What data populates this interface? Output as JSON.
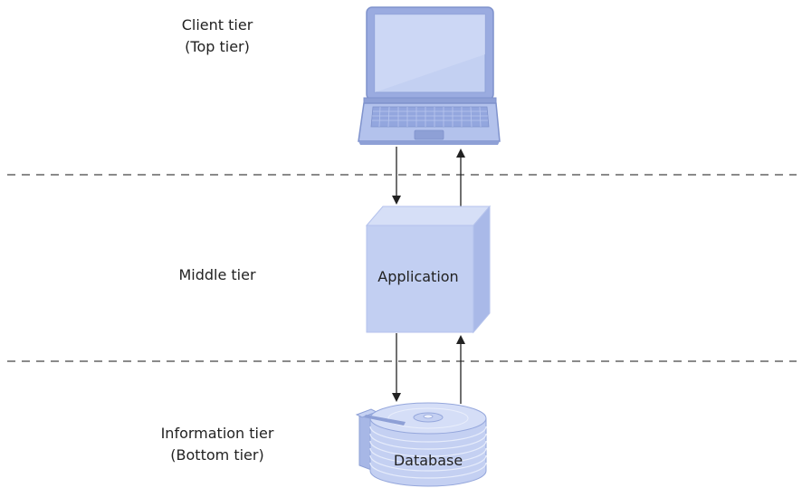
{
  "tiers": [
    {
      "id": "client",
      "line1": "Client tier",
      "line2": "(Top tier)"
    },
    {
      "id": "middle",
      "line1": "Middle tier",
      "line2": ""
    },
    {
      "id": "information",
      "line1": "Information tier",
      "line2": "(Bottom tier)"
    }
  ],
  "nodes": {
    "client_icon": "laptop-icon",
    "application_label": "Application",
    "database_label": "Database",
    "database_icon": "disk-stack-icon"
  },
  "colors": {
    "fill_light": "#c7d3f3",
    "fill_mid": "#aebde9",
    "fill_dark": "#9aabe0",
    "outline": "#7f92cc",
    "arrow": "#222222",
    "divider": "#444444"
  }
}
